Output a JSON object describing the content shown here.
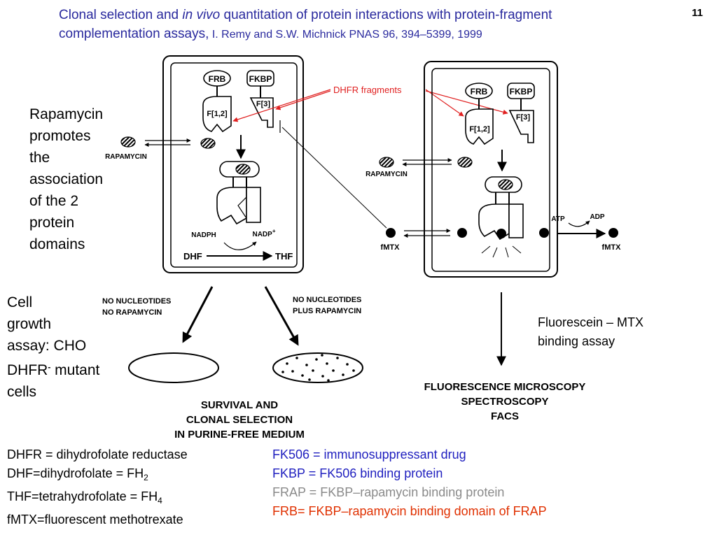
{
  "slide": {
    "title_line1_part1": "Clonal selection and ",
    "title_line1_italic": "in vivo",
    "title_line1_part2": " quantitation of protein interactions with protein-fragment",
    "title_line2_main": "complementation assays,",
    "title_line2_ref": " I. Remy and S.W. Michnick  PNAS 96, 394–5399, 1999",
    "page_number": "11"
  },
  "left_notes": {
    "rapamycin_note": [
      "Rapamycin",
      "promotes",
      "the",
      "association",
      "of the 2",
      "protein",
      "domains"
    ],
    "growth_line1": "Cell",
    "growth_line2": "growth",
    "growth_line3": "assay: CHO",
    "growth_line4_main": "DHFR",
    "growth_line4_sup": "-",
    "growth_line4_rest": " mutant",
    "growth_line5": "cells"
  },
  "diagram": {
    "frb": "FRB",
    "fkbp": "FKBP",
    "f12": "F[1,2]",
    "f3": "F[3]",
    "dhfr_fragments": "DHFR fragments",
    "rapamycin": "RAPAMYCIN",
    "nadph": "NADPH",
    "nadp": "NADP",
    "nadp_sup": "+",
    "dhf": "DHF",
    "thf": "THF",
    "fmtx": "fMTX",
    "atp": "ATP",
    "adp": "ADP",
    "no_nuc_no_rap_1": "NO NUCLEOTIDES",
    "no_nuc_no_rap_2": "NO RAPAMYCIN",
    "no_nuc_plus_rap_1": "NO NUCLEOTIDES",
    "no_nuc_plus_rap_2": "PLUS RAPAMYCIN",
    "fluor_line1": "Fluorescein – MTX",
    "fluor_line2": "binding assay",
    "survival_line1": "SURVIVAL AND",
    "survival_line2": "CLONAL SELECTION",
    "survival_line3": "IN PURINE-FREE MEDIUM",
    "microscopy_line1": "FLUORESCENCE MICROSCOPY",
    "microscopy_line2": "SPECTROSCOPY",
    "microscopy_line3": "FACS"
  },
  "legend_left": {
    "dhfr": "DHFR = dihydrofolate reductase",
    "dhf_main": "DHF=dihydrofolate = FH",
    "dhf_sub": "2",
    "thf_main": "THF=tetrahydrofolate = FH",
    "thf_sub": "4",
    "fmtx": "fMTX=fluorescent methotrexate"
  },
  "legend_right": {
    "fk506": "FK506 = immunosuppressant drug",
    "fkbp": "FKBP = FK506 binding protein",
    "frap": "FRAP = FKBP–rapamycin binding protein",
    "frb": "FRB= FKBP–rapamycin binding domain of FRAP"
  },
  "colors": {
    "title": "#2a2a9e",
    "fk506": "#1f1fbf",
    "fkbp": "#1f1fbf",
    "frap": "#8a8a8a",
    "frb": "#e03000",
    "annotation_arrow": "#e02020"
  }
}
